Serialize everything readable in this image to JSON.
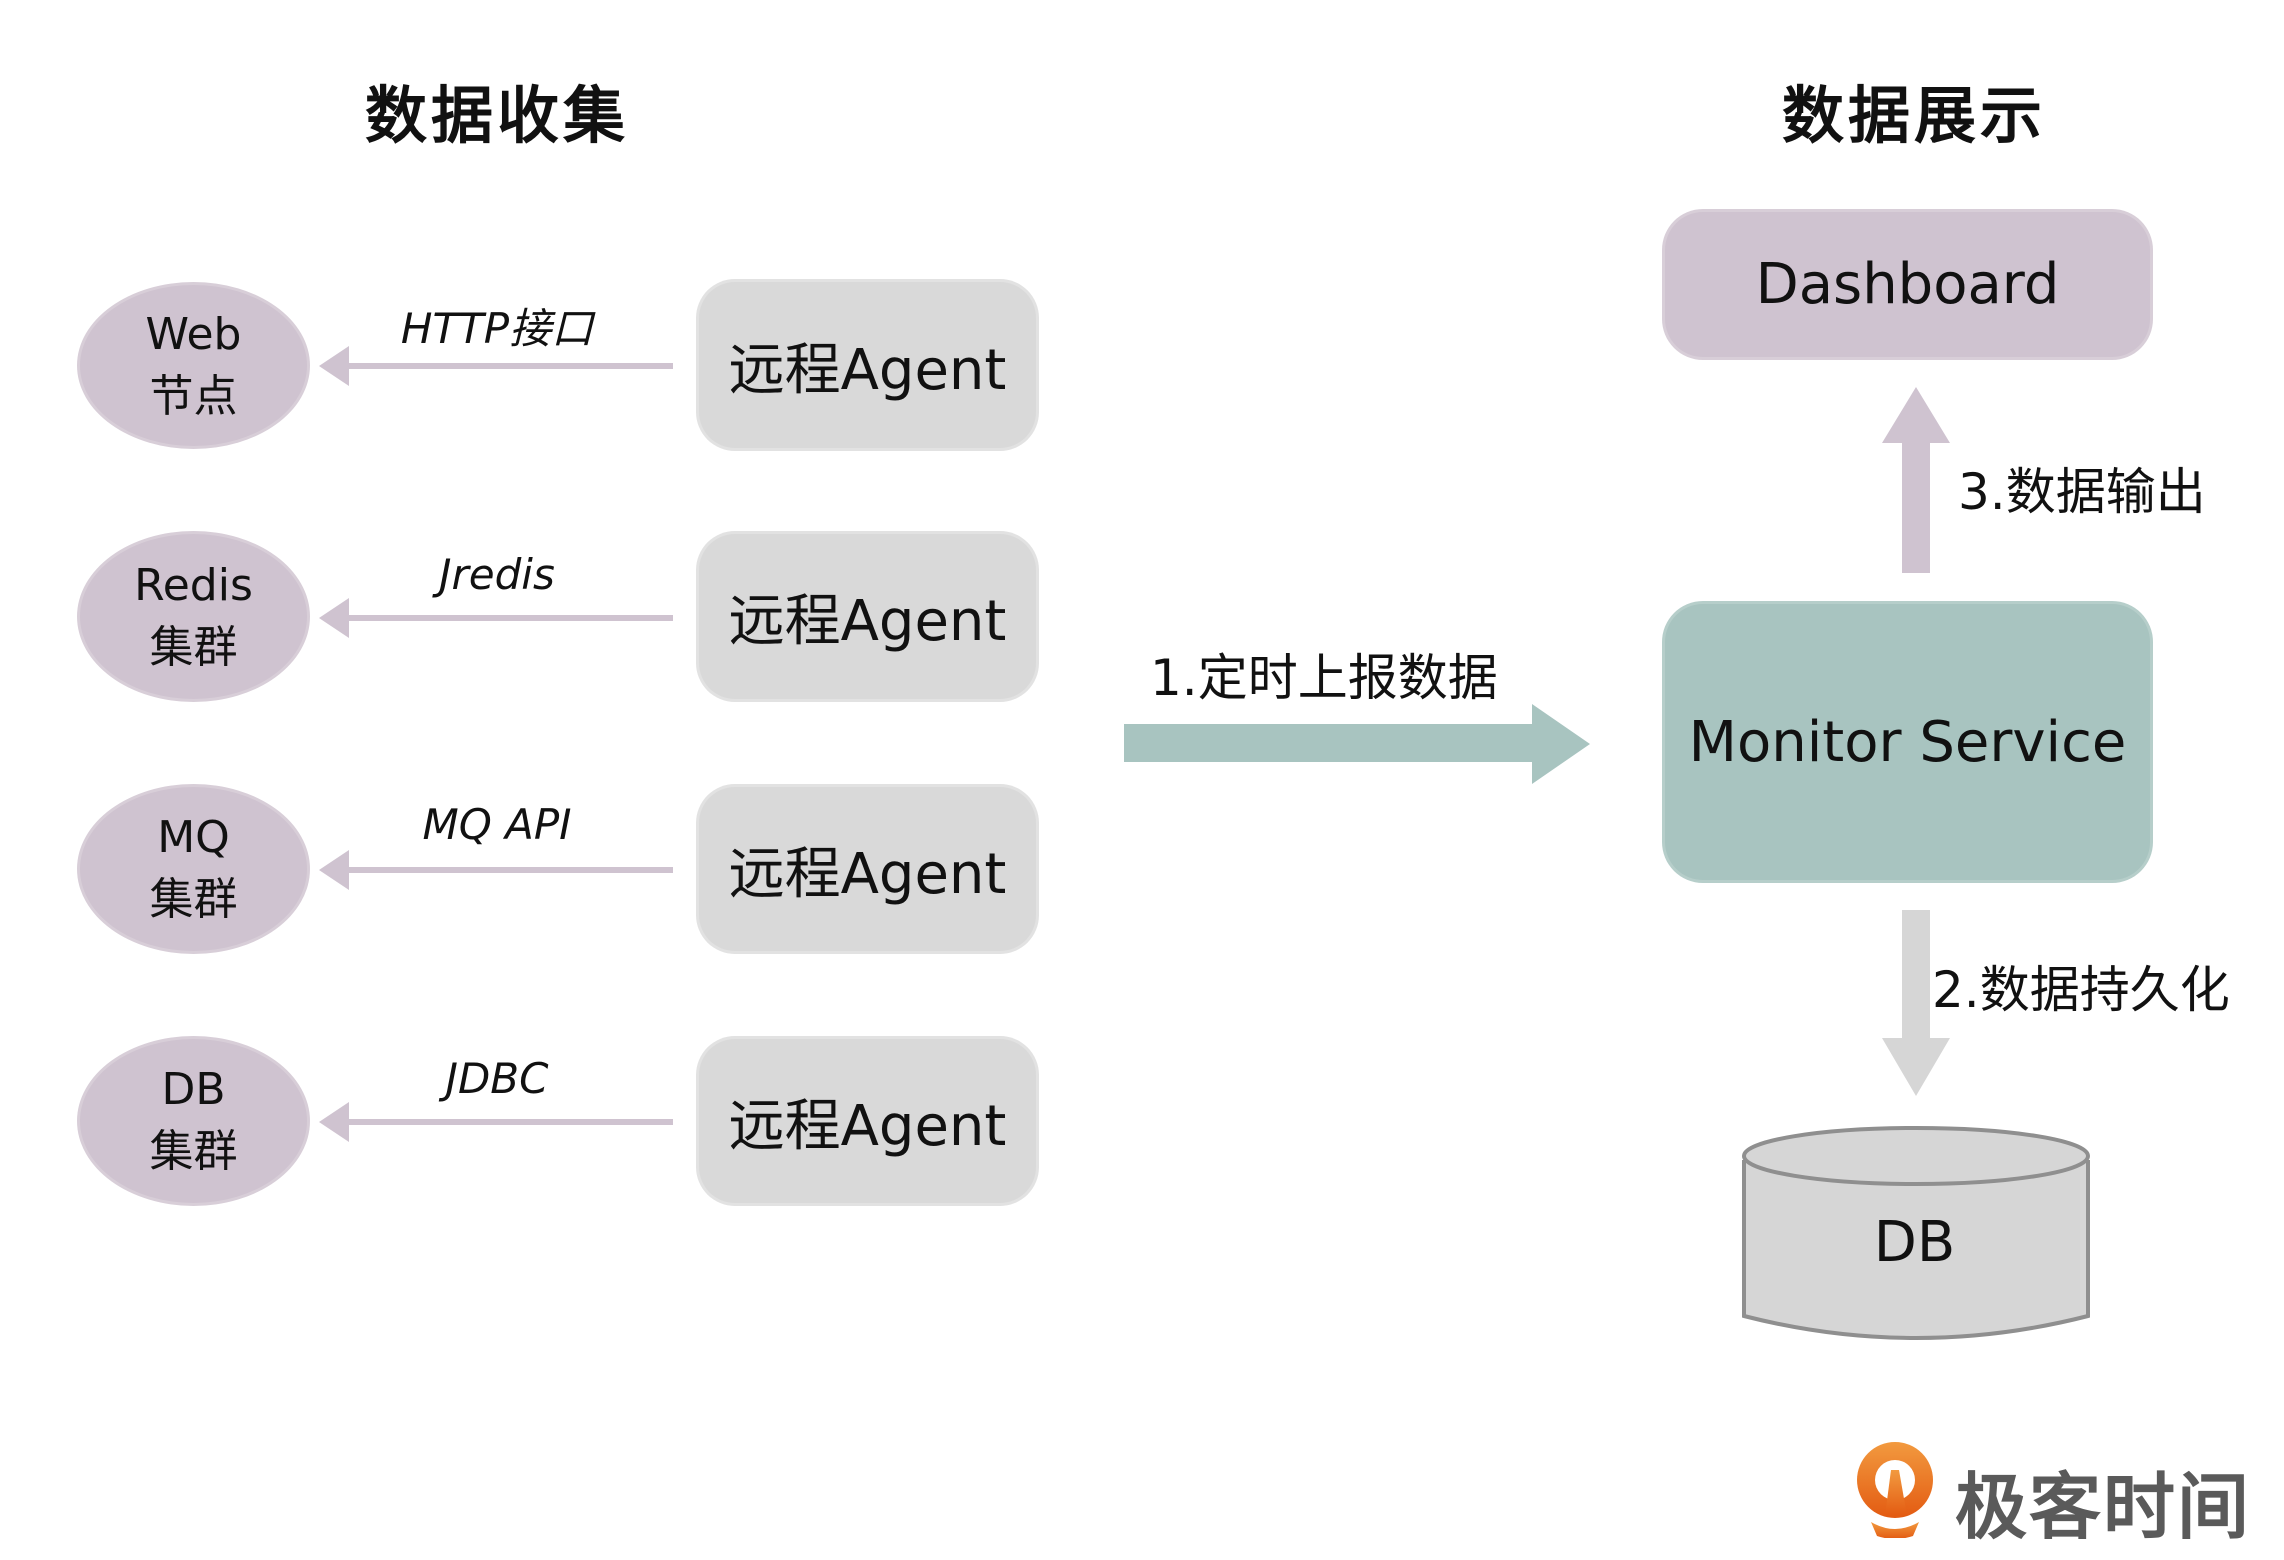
{
  "titles": {
    "collect": "数据收集",
    "display": "数据展示"
  },
  "sources": [
    {
      "line1": "Web",
      "line2": "节点",
      "protocol": "HTTP接口",
      "agent": "远程Agent"
    },
    {
      "line1": "Redis",
      "line2": "集群",
      "protocol": "Jredis",
      "agent": "远程Agent"
    },
    {
      "line1": "MQ",
      "line2": "集群",
      "protocol": "MQ API",
      "agent": "远程Agent"
    },
    {
      "line1": "DB",
      "line2": "集群",
      "protocol": "JDBC",
      "agent": "远程Agent"
    }
  ],
  "flow": {
    "step1": "1.定时上报数据",
    "step2": "2.数据持久化",
    "step3": "3.数据输出"
  },
  "nodes": {
    "dashboard": "Dashboard",
    "monitor": "Monitor Service",
    "db": "DB"
  },
  "colors": {
    "source": "#cfc3d0",
    "agent": "#d9d9d9",
    "monitor": "#a8c4c0",
    "db": "#d6d6d6",
    "logo_orange": "#ec6a1c"
  },
  "logo": {
    "text": "极客时间"
  }
}
